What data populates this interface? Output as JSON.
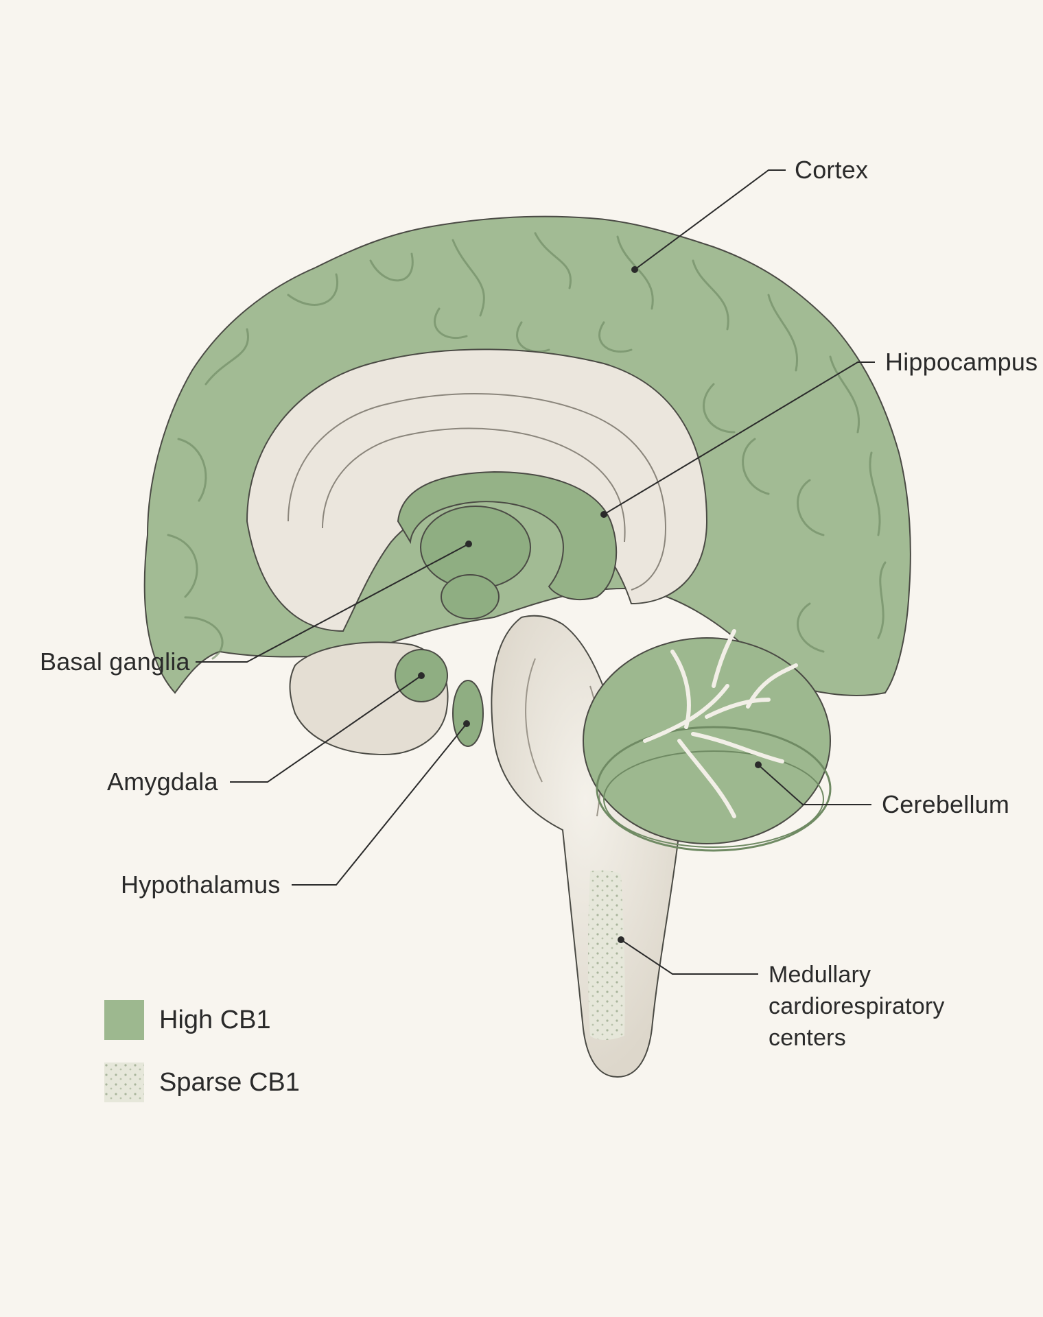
{
  "colors": {
    "background": "#f8f5ef",
    "high_cb1": "#9db88f",
    "high_cb1_dark": "#7f9f72",
    "sparse_cb1": "#e2e3d5",
    "tissue": "#ebe6dd",
    "outline": "#4a4a44"
  },
  "labels": {
    "cortex": "Cortex",
    "hippocampus": "Hippocampus",
    "basal_ganglia": "Basal ganglia",
    "amygdala": "Amygdala",
    "hypothalamus": "Hypothalamus",
    "cerebellum": "Cerebellum",
    "medullary": [
      "Medullary",
      "cardiorespiratory",
      "centers"
    ]
  },
  "legend": {
    "items": [
      {
        "label": "High CB1",
        "pattern": "solid",
        "color": "#9db88f"
      },
      {
        "label": "Sparse CB1",
        "pattern": "dotted",
        "color": "#e2e3d5"
      }
    ]
  }
}
